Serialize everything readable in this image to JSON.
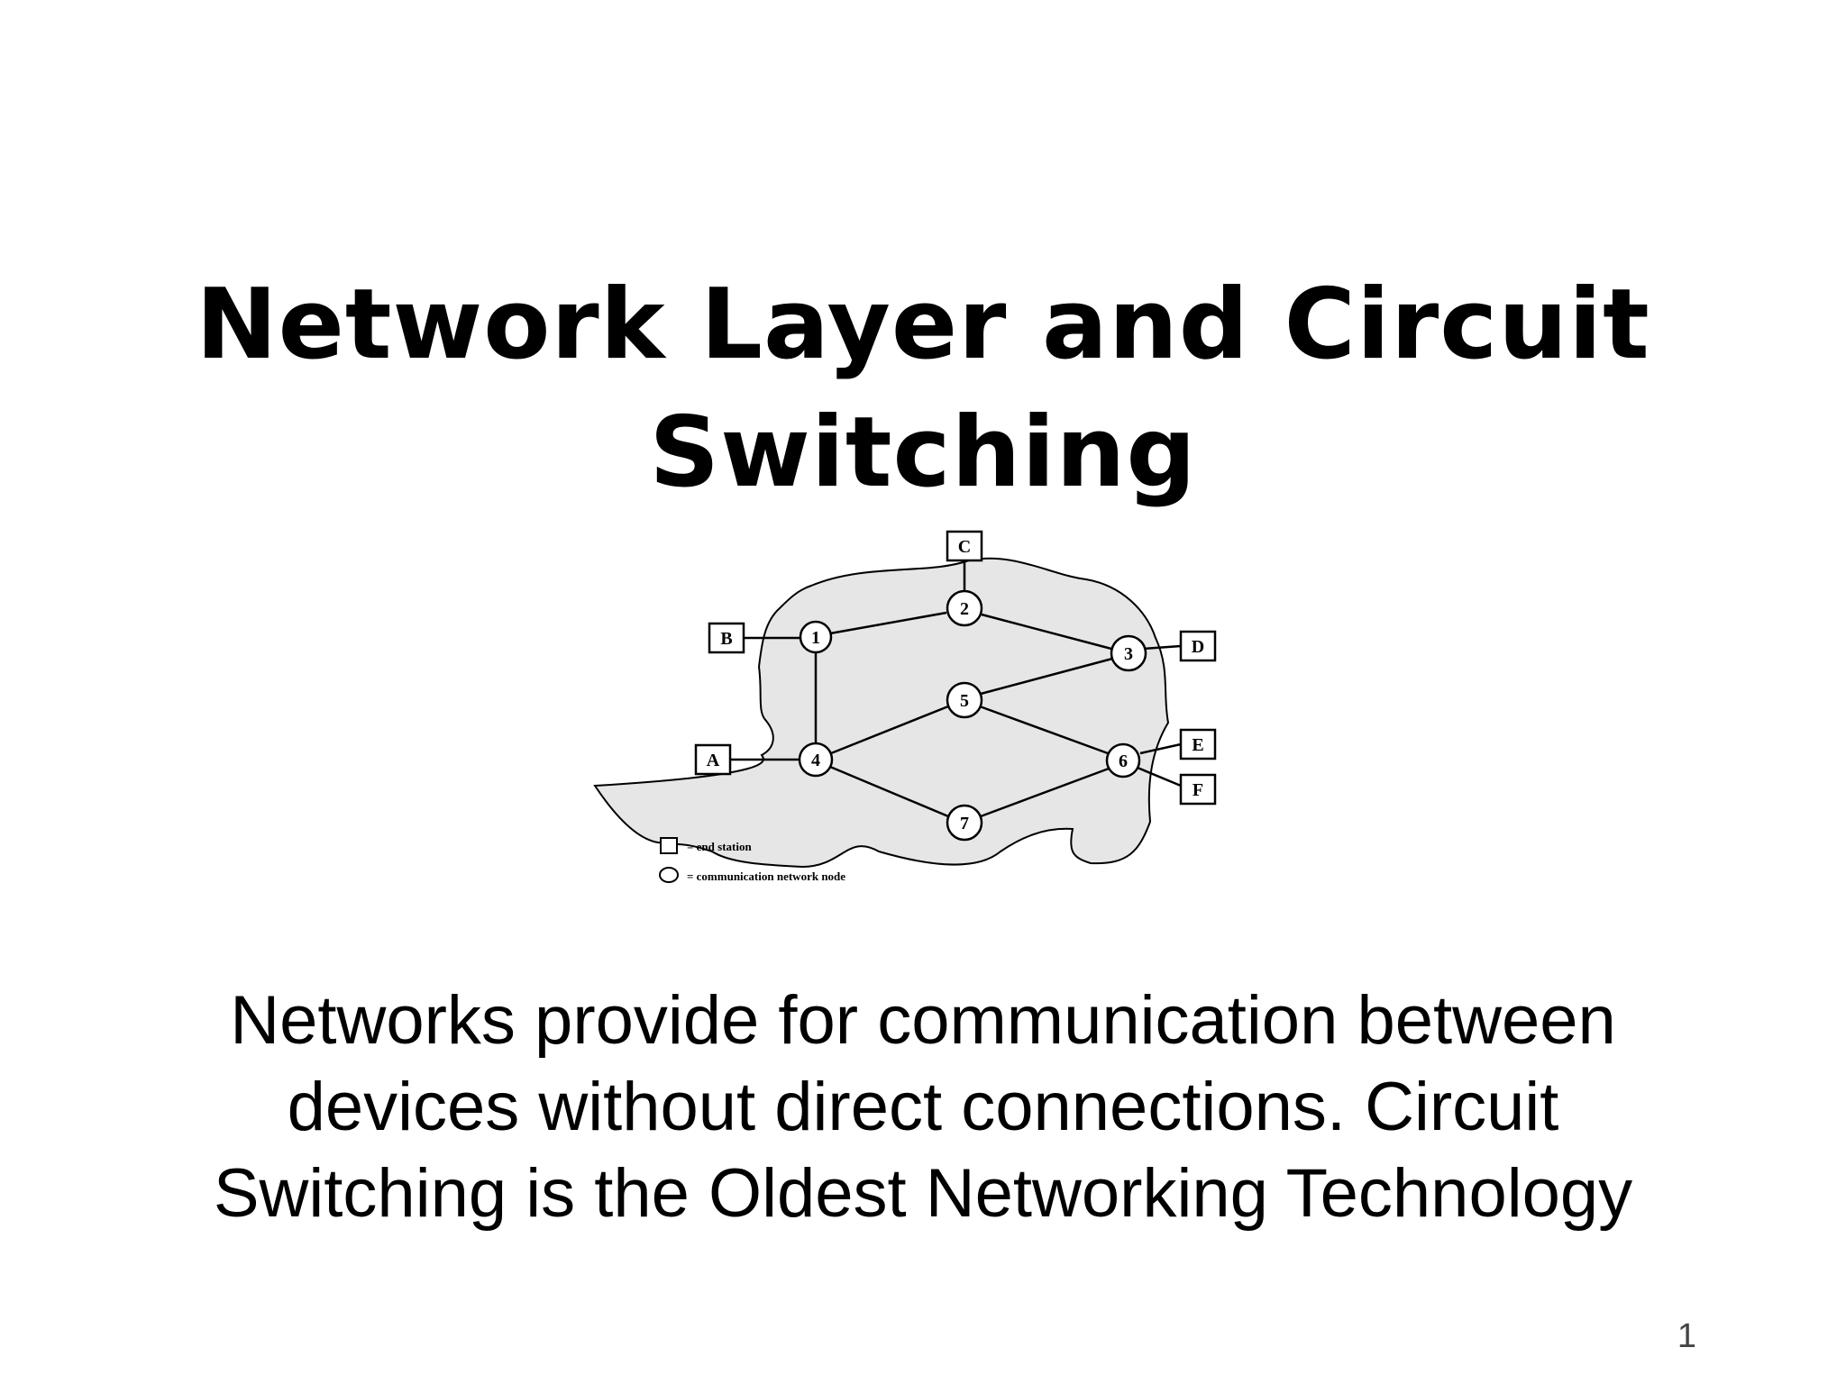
{
  "slide": {
    "title_lines": [
      "Network Layer and Circuit",
      "Switching"
    ],
    "body_lines": [
      "Networks provide for communication between",
      "devices without direct connections. Circuit",
      "Switching is the Oldest Networking Technology"
    ],
    "page_number": "1"
  },
  "diagram": {
    "nodes": [
      "1",
      "2",
      "3",
      "4",
      "5",
      "6",
      "7"
    ],
    "stations": [
      "A",
      "B",
      "C",
      "D",
      "E",
      "F"
    ],
    "legend": {
      "end_station": "= end station",
      "network_node": "= communication network node"
    },
    "colors": {
      "cloud_fill": "#e6e6e6",
      "lines": "#000000"
    }
  }
}
